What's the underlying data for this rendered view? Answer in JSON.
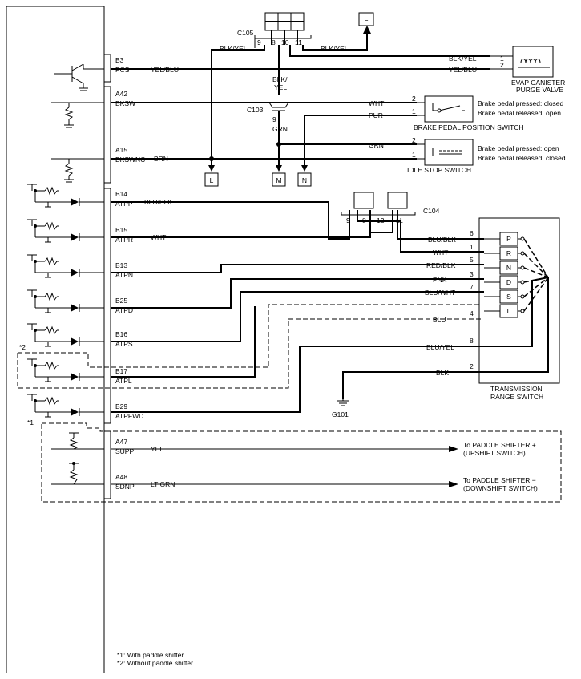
{
  "connectors": {
    "c105": "C105",
    "c103": "C103",
    "c104": "C104",
    "c105_pins": [
      "9",
      "8",
      "10",
      "11"
    ],
    "c103_pins": [
      "9"
    ],
    "c104_pins": [
      "9",
      "8",
      "12",
      "11"
    ]
  },
  "ecm_pins": [
    {
      "pin": "B3",
      "name": "PCS"
    },
    {
      "pin": "A42",
      "name": "BKSW"
    },
    {
      "pin": "A15",
      "name": "BKSWNC"
    },
    {
      "pin": "B14",
      "name": "ATPP"
    },
    {
      "pin": "B15",
      "name": "ATPR"
    },
    {
      "pin": "B13",
      "name": "ATPN"
    },
    {
      "pin": "B25",
      "name": "ATPD"
    },
    {
      "pin": "B16",
      "name": "ATPS"
    },
    {
      "pin": "B17",
      "name": "ATPL"
    },
    {
      "pin": "B29",
      "name": "ATPFWD"
    },
    {
      "pin": "A47",
      "name": "SUPP"
    },
    {
      "pin": "A48",
      "name": "SDNP"
    }
  ],
  "wires": {
    "yel_blu": "YEL/BLU",
    "blk_yel": "BLK/YEL",
    "blk_yel_split": [
      "BLK/",
      "YEL"
    ],
    "wht": "WHT",
    "pur": "PUR",
    "grn": "GRN",
    "brn": "BRN",
    "blu_blk": "BLU/BLK",
    "red_blk": "RED/BLK",
    "pnk": "PNK",
    "blu_wht": "BLU/WHT",
    "blu": "BLU",
    "blu_yel": "BLU/YEL",
    "blk": "BLK",
    "yel": "YEL",
    "lt_grn": "LT GRN"
  },
  "refs": {
    "f": "F",
    "l": "L",
    "m": "M",
    "n": "N"
  },
  "components": {
    "evap": [
      "EVAP CANISTER",
      "PURGE VALVE"
    ],
    "evap_pins": [
      "1",
      "2"
    ],
    "brake_switch": "BRAKE PEDAL POSITION SWITCH",
    "brake_pins": [
      "2",
      "1"
    ],
    "brake_notes": [
      "Brake pedal pressed: closed",
      "Brake pedal released: open"
    ],
    "idle_switch": "IDLE STOP SWITCH",
    "idle_pins": [
      "2",
      "1"
    ],
    "idle_notes": [
      "Brake pedal pressed: open",
      "Brake pedal released: closed"
    ],
    "trs": [
      "TRANSMISSION",
      "RANGE SWITCH"
    ],
    "trs_positions": [
      "P",
      "R",
      "N",
      "D",
      "S",
      "L"
    ],
    "trs_pins": [
      "6",
      "1",
      "5",
      "3",
      "7",
      "4",
      "8",
      "2"
    ],
    "ground": "G101"
  },
  "paddle": {
    "up": [
      "To PADDLE SHIFTER +",
      "(UPSHIFT SWITCH)"
    ],
    "down": [
      "To PADDLE SHIFTER −",
      "(DOWNSHIFT SWITCH)"
    ]
  },
  "notes": {
    "mark1": "*1",
    "mark2": "*2",
    "footnote1": "*1: With paddle shifter",
    "footnote2": "*2: Without paddle shifter"
  }
}
